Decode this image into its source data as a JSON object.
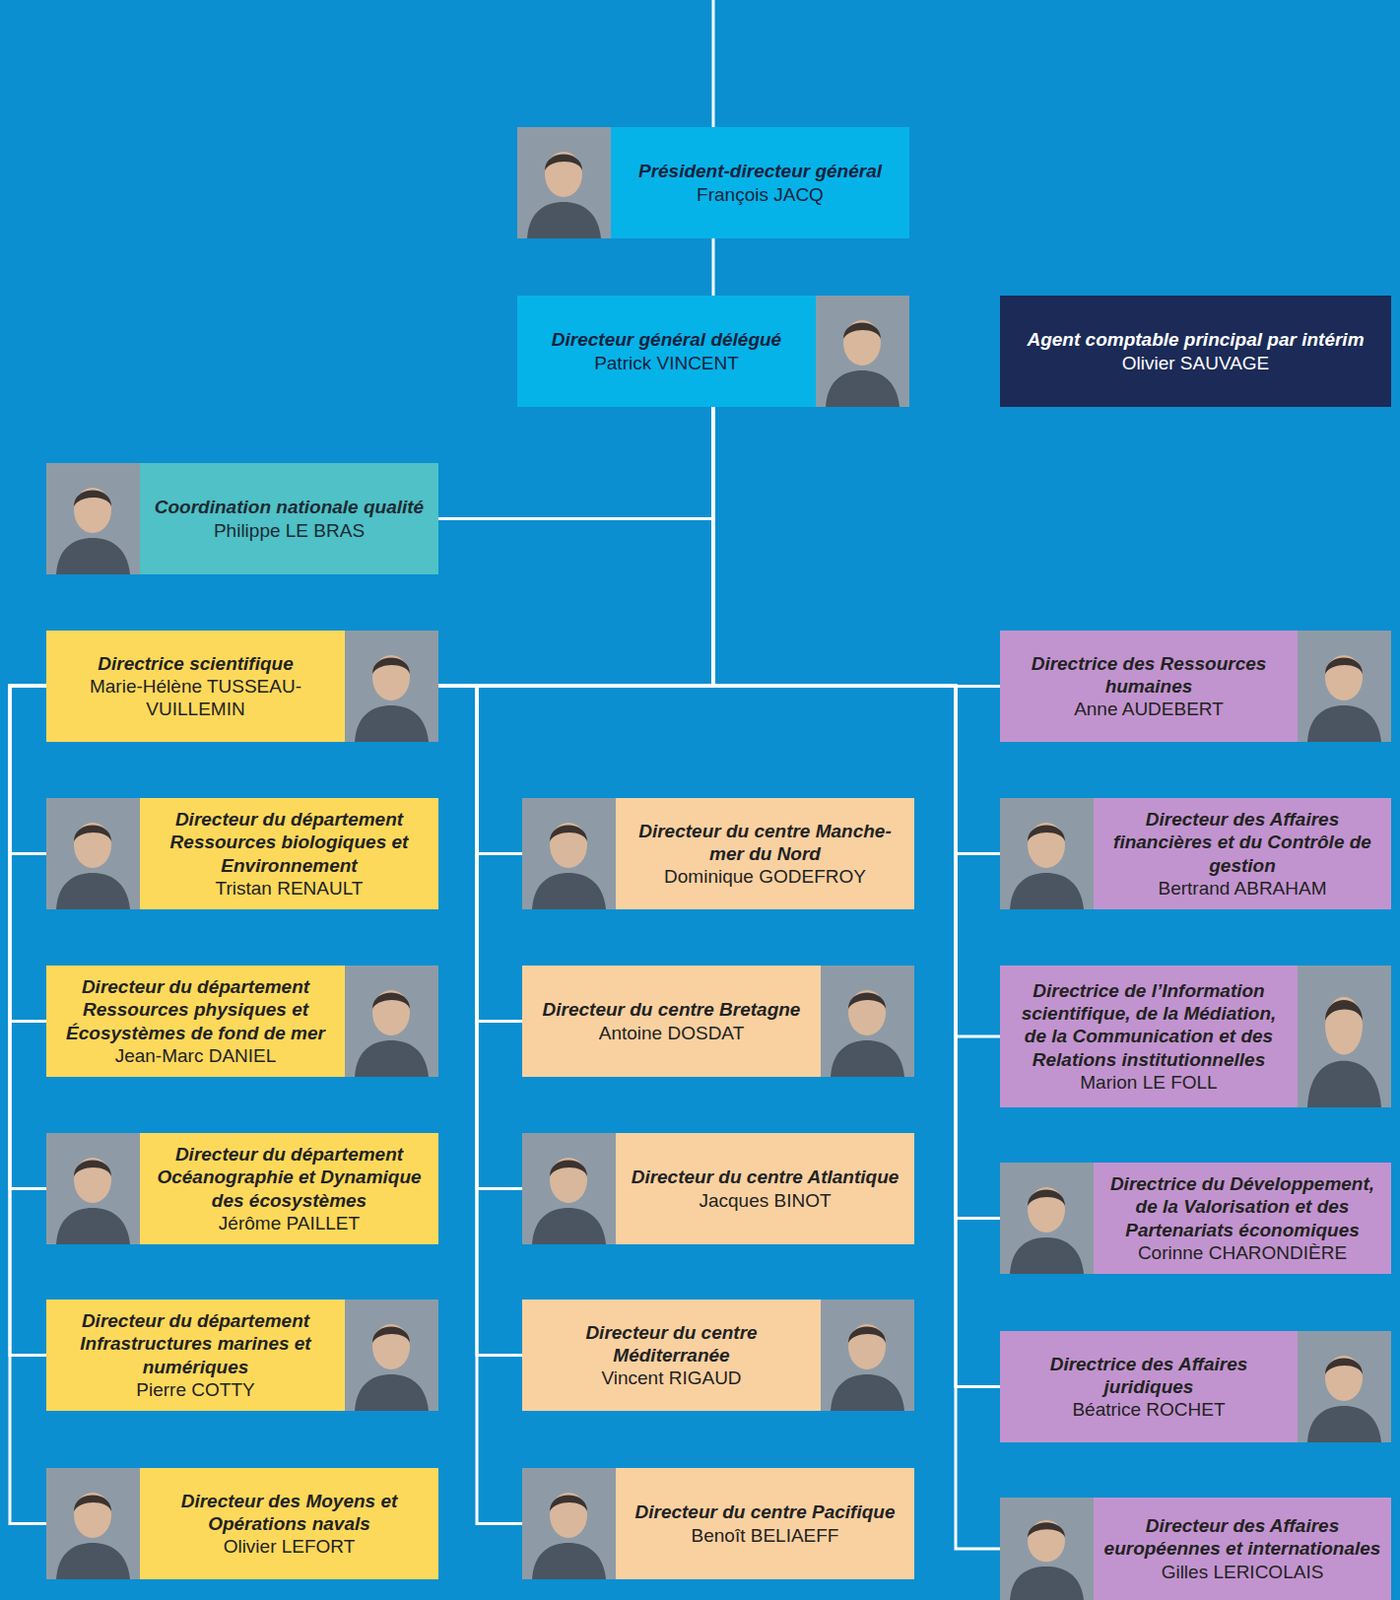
{
  "diagram": {
    "nodes": [
      {
        "text": [
          "Président-directeur général",
          "François JACQ"
        ]
      },
      {
        "text": [
          "Directeur général délégué",
          "Patrick VINCENT"
        ]
      },
      {
        "text": [
          "Agent comptable principal par intérim",
          "Olivier SAUVAGE"
        ]
      },
      {
        "text": [
          "Coordination nationale qualité",
          "Philippe LE BRAS"
        ]
      },
      {
        "text": [
          "Directrice scientifique",
          "Marie-Hélène TUSSEAU-VUILLEMIN"
        ]
      },
      {
        "text": [
          "Directrice des Ressources humaines",
          "Anne AUDEBERT"
        ]
      },
      {
        "text": [
          "Directeur du département Ressources biologiques et Environnement",
          "Tristan RENAULT"
        ]
      },
      {
        "text": [
          "Directeur du centre Manche-mer du Nord",
          "Dominique GODEFROY"
        ]
      },
      {
        "text": [
          "Directeur des Affaires financières et du Contrôle de gestion",
          "Bertrand ABRAHAM"
        ]
      },
      {
        "text": [
          "Directeur du département Ressources physiques et Écosystèmes de fond de mer",
          "Jean-Marc DANIEL"
        ]
      },
      {
        "text": [
          "Directeur du centre Bretagne",
          "Antoine DOSDAT"
        ]
      },
      {
        "text": [
          "Directrice de l’Information scientifique, de la Médiation, de la Communication et des Relations institutionnelles",
          "Marion LE FOLL"
        ]
      },
      {
        "text": [
          "Directeur du département Océanographie et Dynamique des écosystèmes",
          "Jérôme PAILLET"
        ]
      },
      {
        "text": [
          "Directeur du centre Atlantique",
          "Jacques BINOT"
        ]
      },
      {
        "text": [
          "Directrice du Développement, de la Valorisation et des Partenariats économiques",
          "Corinne CHARONDIÈRE"
        ]
      },
      {
        "text": [
          "Directeur du département Infrastructures marines et numériques",
          "Pierre COTTY"
        ]
      },
      {
        "text": [
          "Directeur du centre Méditerranée",
          "Vincent RIGAUD"
        ]
      },
      {
        "text": [
          "Directrice des Affaires juridiques",
          "Béatrice ROCHET"
        ]
      },
      {
        "text": [
          "Directeur des Moyens et Opérations navals",
          "Olivier LEFORT"
        ]
      },
      {
        "text": [
          "Directeur du centre Pacifique",
          "Benoît BELIAEFF"
        ]
      },
      {
        "text": [
          "Directeur des Affaires européennes et internationales",
          "Gilles LERICOLAIS"
        ]
      }
    ],
    "edges": [
      {
        "from": 0,
        "to": 1,
        "arrow": "none"
      },
      {
        "from": 1,
        "to": 3,
        "arrow": "none"
      },
      {
        "from": 1,
        "to": 4,
        "arrow": "none"
      },
      {
        "from": 1,
        "to": 5,
        "arrow": "none"
      },
      {
        "from": 1,
        "to": 6,
        "arrow": "none"
      },
      {
        "from": 1,
        "to": 7,
        "arrow": "none"
      },
      {
        "from": 1,
        "to": 8,
        "arrow": "none"
      },
      {
        "from": 1,
        "to": 9,
        "arrow": "none"
      },
      {
        "from": 1,
        "to": 10,
        "arrow": "none"
      },
      {
        "from": 1,
        "to": 11,
        "arrow": "none"
      },
      {
        "from": 1,
        "to": 12,
        "arrow": "none"
      },
      {
        "from": 1,
        "to": 13,
        "arrow": "none"
      },
      {
        "from": 1,
        "to": 14,
        "arrow": "none"
      },
      {
        "from": 1,
        "to": 15,
        "arrow": "none"
      },
      {
        "from": 1,
        "to": 16,
        "arrow": "none"
      },
      {
        "from": 1,
        "to": 17,
        "arrow": "none"
      },
      {
        "from": 1,
        "to": 18,
        "arrow": "none"
      },
      {
        "from": 1,
        "to": 19,
        "arrow": "none"
      },
      {
        "from": 1,
        "to": 20,
        "arrow": "none"
      }
    ]
  }
}
